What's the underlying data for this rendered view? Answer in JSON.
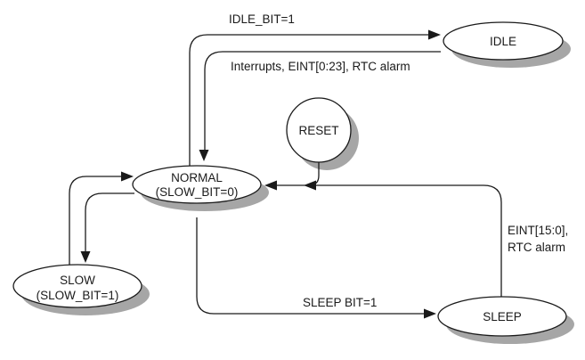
{
  "diagram": {
    "states": {
      "idle": {
        "label": "IDLE"
      },
      "reset": {
        "label": "RESET"
      },
      "normal": {
        "line1": "NORMAL",
        "line2": "(SLOW_BIT=0)"
      },
      "slow": {
        "line1": "SLOW",
        "line2": "(SLOW_BIT=1)"
      },
      "sleep": {
        "label": "SLEEP"
      }
    },
    "transitions": {
      "normal_to_idle": {
        "label": "IDLE_BIT=1"
      },
      "idle_to_normal": {
        "label": "Interrupts, EINT[0:23], RTC alarm"
      },
      "normal_to_sleep": {
        "label": "SLEEP BIT=1"
      },
      "sleep_to_normal": {
        "label_line1": "EINT[15:0],",
        "label_line2": "RTC alarm"
      }
    },
    "colors": {
      "stroke": "#1a1a1a",
      "shadow": "#a6a6a6",
      "state_fill": "#ffffff",
      "background": "#ffffff"
    }
  }
}
